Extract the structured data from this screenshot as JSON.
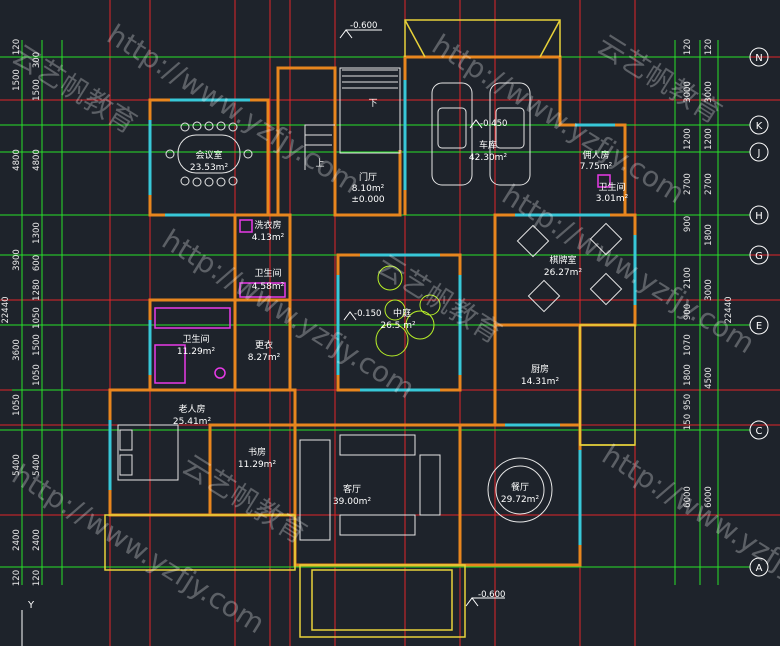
{
  "colors": {
    "background": "#1e232b",
    "grid_red": "#e0262a",
    "grid_green": "#28e028",
    "wall_yellow": "#e8d23a",
    "wall_orange": "#e8861e",
    "window_cyan": "#38c8d8",
    "fixture_magenta": "#e83ae8",
    "furniture_white": "#e6e6e6",
    "landscape_green": "#b8f028"
  },
  "rooms": [
    {
      "name": "会议室",
      "area": "23.53m²"
    },
    {
      "name": "门厅",
      "area": "8.10m²",
      "level": "±0.000"
    },
    {
      "name": "车库",
      "area": "42.30m²"
    },
    {
      "name": "佣人房",
      "area": "7.75m²"
    },
    {
      "name": "卫生间",
      "area": "3.01m²"
    },
    {
      "name": "洗衣房",
      "area": "4.13m²"
    },
    {
      "name": "卫生间",
      "area": "4.58m²"
    },
    {
      "name": "卫生间",
      "area": "11.29m²"
    },
    {
      "name": "更衣",
      "area": "8.27m²"
    },
    {
      "name": "中庭",
      "area": "26.5 m²"
    },
    {
      "name": "棋牌室",
      "area": "26.27m²"
    },
    {
      "name": "厨房",
      "area": "14.31m²"
    },
    {
      "name": "老人房",
      "area": "25.41m²"
    },
    {
      "name": "书房",
      "area": "11.29m²"
    },
    {
      "name": "客厅",
      "area": "39.00m²"
    },
    {
      "name": "餐厅",
      "area": "29.72m²"
    }
  ],
  "levels": [
    "-0.600",
    "-0.450",
    "-0.150",
    "-0.600"
  ],
  "stair_labels": {
    "up": "上",
    "down": "下"
  },
  "axes": {
    "right": [
      "N",
      "K",
      "J",
      "H",
      "G",
      "E",
      "C",
      "A"
    ],
    "coord_label": "Y"
  },
  "dims_left_outer": [
    "120",
    "1500",
    "4800",
    "3900",
    "3600",
    "1050",
    "5400",
    "2400",
    "120"
  ],
  "dims_left_inner": [
    "300",
    "1500",
    "4800",
    "1300",
    "600",
    "1280",
    "1050",
    "1500",
    "1050",
    "5400",
    "2400",
    "120"
  ],
  "dims_left_total": "22440",
  "dims_right_inner": [
    "120",
    "3000",
    "1200",
    "2700",
    "900",
    "2100",
    "900",
    "1070",
    "1800",
    "950",
    "150",
    "6000"
  ],
  "dims_right_outer": [
    "120",
    "3000",
    "1200",
    "2700",
    "1800",
    "3000",
    "4500",
    "6000"
  ],
  "dims_right_total": "22440",
  "watermarks": [
    "http://www.yzfjy.com",
    "云艺帆教育"
  ]
}
